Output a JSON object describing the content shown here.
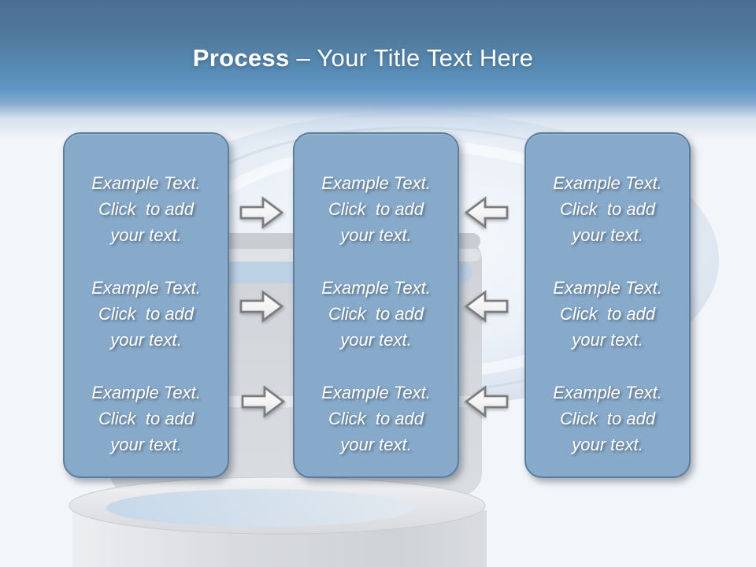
{
  "title": {
    "prefix": "Process",
    "rest": "– Your Title Text Here"
  },
  "columns": [
    {
      "name": "left-column",
      "groups": [
        {
          "lines": [
            "Example Text.",
            "Click  to add",
            "your text."
          ]
        },
        {
          "lines": [
            "Example Text.",
            "Click  to add",
            "your text."
          ]
        },
        {
          "lines": [
            "Example Text.",
            "Click  to add",
            "your text."
          ]
        }
      ]
    },
    {
      "name": "center-column",
      "groups": [
        {
          "lines": [
            "Example Text.",
            "Click  to add",
            "your text."
          ]
        },
        {
          "lines": [
            "Example Text.",
            "Click  to add",
            "your text."
          ]
        },
        {
          "lines": [
            "Example Text.",
            "Click  to add",
            "your text."
          ]
        }
      ]
    },
    {
      "name": "right-column",
      "groups": [
        {
          "lines": [
            "Example Text.",
            "Click  to add",
            "your text."
          ]
        },
        {
          "lines": [
            "Example Text.",
            "Click  to add",
            "your text."
          ]
        },
        {
          "lines": [
            "Example Text.",
            "Click  to add",
            "your text."
          ]
        }
      ]
    }
  ],
  "arrows": [
    {
      "row": 1,
      "gap": "left",
      "direction": "right"
    },
    {
      "row": 2,
      "gap": "left",
      "direction": "right"
    },
    {
      "row": 3,
      "gap": "left",
      "direction": "right"
    },
    {
      "row": 1,
      "gap": "right",
      "direction": "left"
    },
    {
      "row": 2,
      "gap": "right",
      "direction": "left"
    },
    {
      "row": 3,
      "gap": "right",
      "direction": "left"
    }
  ],
  "colors": {
    "header_top": "#4a6f93",
    "header_blue": "#6095c4",
    "box_fill": "#87aacb",
    "box_border": "#5b7e9e",
    "box_text": "#ffffff",
    "arrow_fill": "#f4f4f4",
    "arrow_stroke": "#7d7d7d",
    "background": "#f3f6f9",
    "cylinder_gray": "#d4d7db",
    "cylinder_blue_band": "#bdd1e5"
  }
}
